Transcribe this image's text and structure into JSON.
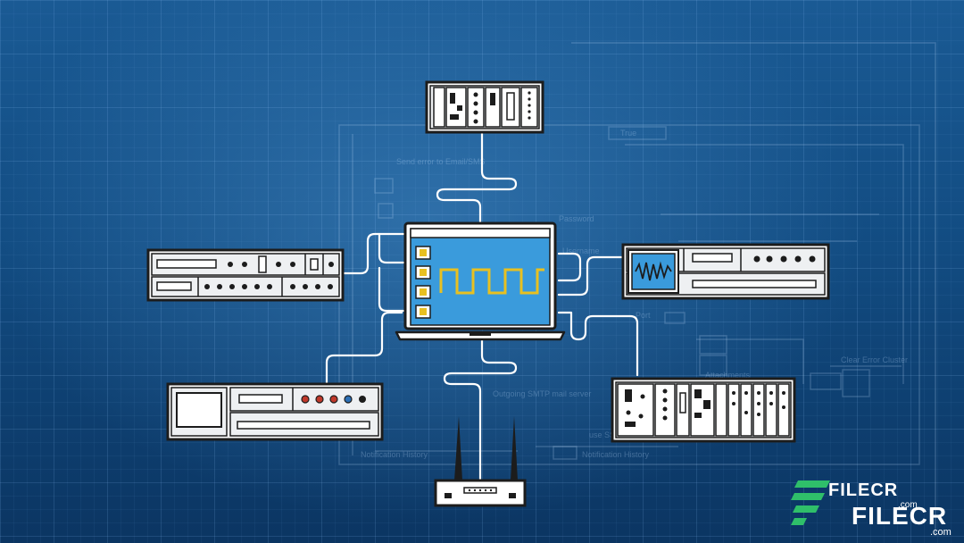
{
  "background_labels": {
    "true_label": "True",
    "email_label": "Send error to Email/SMS",
    "password_label": "Password",
    "username_label": "Username",
    "port_label": "Port",
    "smtp_label": "Outgoing SMTP mail server",
    "attachments_label": "Attachments",
    "clear_error_label": "Clear Error Cluster",
    "notification_left": "Notification History",
    "notification_right": "Notification History",
    "use_label": "use SSL"
  },
  "watermark": {
    "line1": "FILECR",
    "line1_sub": ".com",
    "line2": "FILECR",
    "line2_sub": ".com"
  },
  "colors": {
    "device_fill": "#ffffff",
    "device_stroke": "#1c1c1c",
    "cable": "#ffffff",
    "screen": "#3a9bdc",
    "waveform": "#e8c020",
    "red_knob": "#c0392b",
    "blue_knob": "#2c6fb5",
    "watermark_green": "#2fbf6a"
  },
  "icons": [
    "laptop-icon",
    "oscilloscope-icon",
    "router-icon",
    "pxi-chassis-icon",
    "cable-icon"
  ]
}
